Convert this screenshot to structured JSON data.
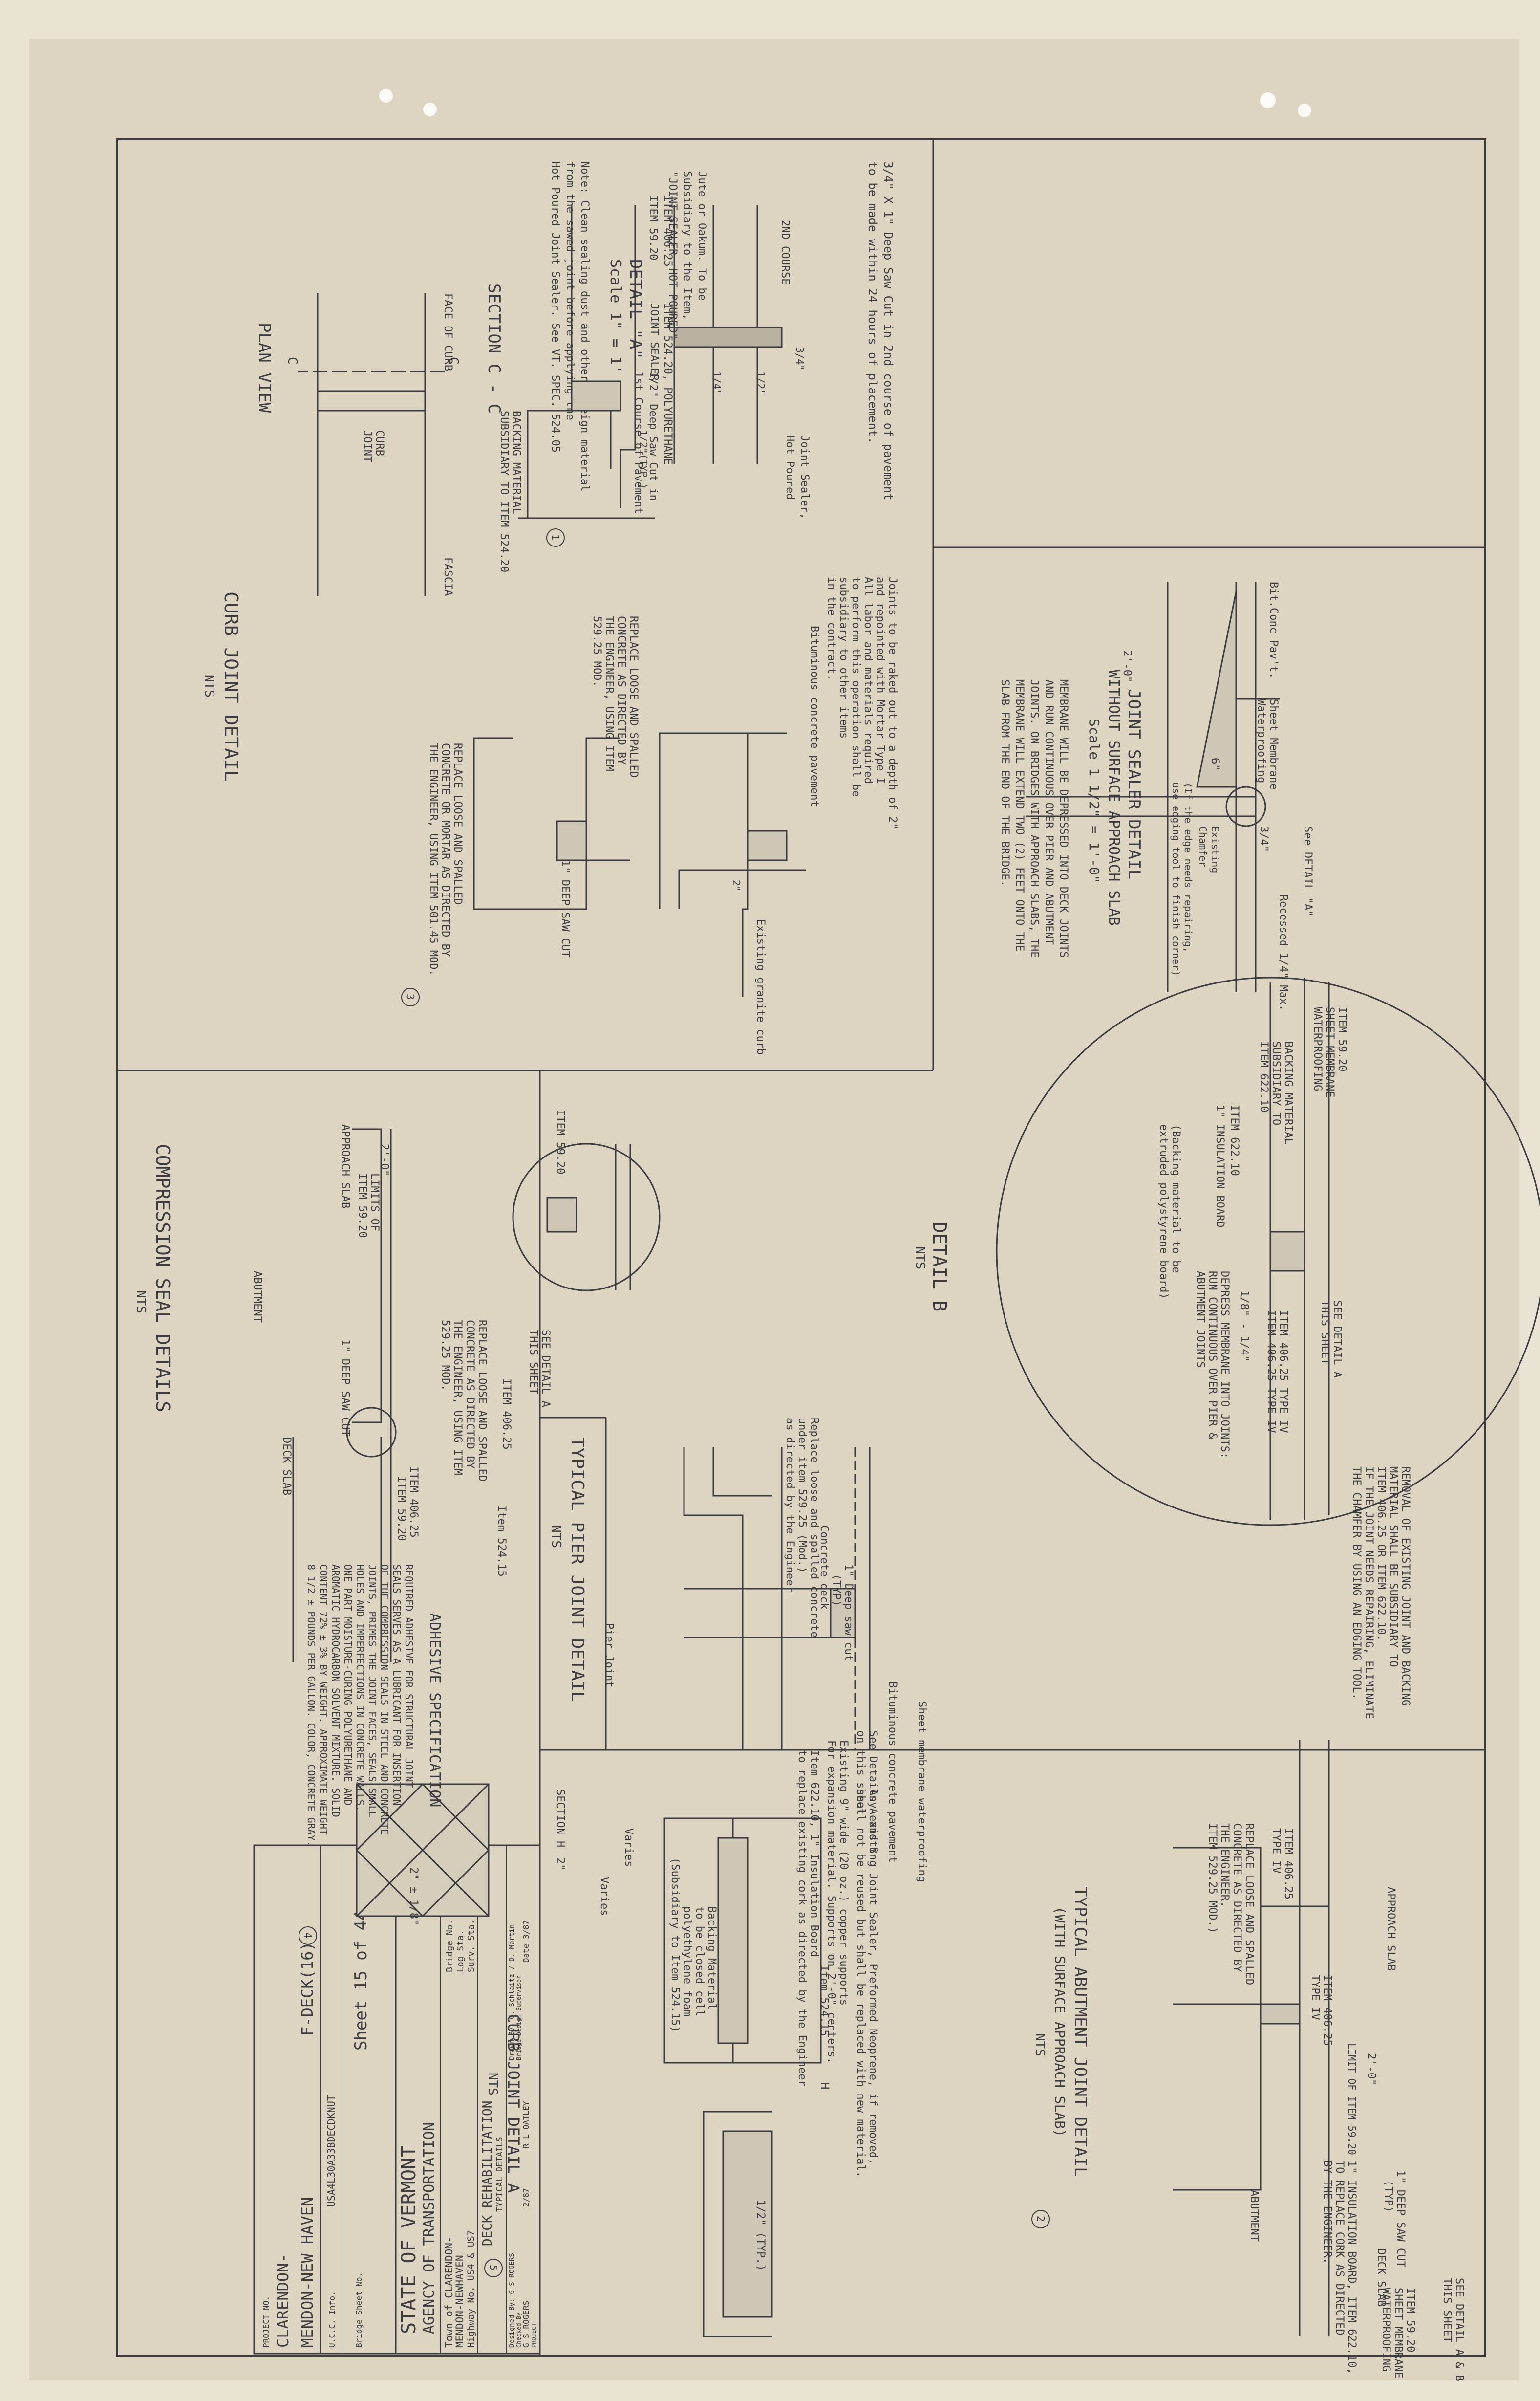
{
  "title_block": {
    "state": "STATE OF VERMONT",
    "agency": "AGENCY OF TRANSPORTATION",
    "town": "Town of CLARENDON-",
    "town2": "MENDON-NEWHAVEN",
    "highway": "Highway No. US4 & US7",
    "bridge_no": "Bridge No.",
    "log_sta": "Log Sta.",
    "surv_sta": "Surv. Sta.",
    "project_title": "DECK REHABILITATION",
    "sheet_subject": "TYPICAL DETAILS",
    "designed_by": "Designed By: G S ROGERS",
    "drawn_by": "Drawn By: G. Schlaitz / D. Martin",
    "checked_by": "Checked By",
    "bridge_design_supervisor": "Bridge Design Supervisor",
    "checker": "G S ROGERS",
    "date1": "2/87",
    "supervisor": "R L OATLEY",
    "date2": "Date 3/87",
    "project_label": "PROJECT",
    "project_no_label": "PROJECT NO.",
    "project_name": "CLARENDON-",
    "project_name2": "MENDON-NEW HAVEN",
    "project_no": "F-DECK(16)",
    "ucc_info": "U.C.C. Info.",
    "file_code": "USA4L30A33BDECDKNUT",
    "bridge_sheet_label": "Bridge Sheet No.",
    "sheet": "Sheet 15 of 44"
  },
  "detail_a": {
    "title": "DETAIL \"A\"",
    "scale": "Scale 1\" = 1'",
    "note_top1": "3/4\" X 1\" Deep Saw Cut in 2nd course of pavement",
    "note_top2": "to be made within 24 hours of placement.",
    "second_course": "2ND COURSE",
    "joint_sealer": "Joint Sealer,",
    "hot_poured": "Hot Poured",
    "dim_34": "3/4\"",
    "dim_12": "1/2\"",
    "dim_14": "1/4\"",
    "jute1": "Jute or Oakum. To be",
    "jute2": "Subsidiary to the Item,",
    "jute3": "\"JOINT SEALER, HOT POURED\"",
    "saw_cut1": "1/2\" Deep Saw Cut in",
    "saw_cut2": "1st Course of Pavement",
    "note1": "Note: Clean sealing dust and other foreign material",
    "note2": "from the sawed joint before applying the",
    "note3": "Hot Poured Joint Sealer. See VT. SPEC. 524.05",
    "circle": "1"
  },
  "joint_sealer_detail": {
    "title1": "JOINT SEALER DETAIL",
    "title2": "WITHOUT SURFACE APPROACH SLAB",
    "scale": "Scale 1 1/2\" = 1'-0\"",
    "bit_conc": "Bit.Conc Pav't.",
    "sheet_membrane1": "Sheet Membrane",
    "sheet_membrane2": "Waterproofing",
    "see_detail": "See DETAIL \"A\"",
    "recessed": "Recessed 1/4\" Max.",
    "dim_20": "2'-0\"",
    "dim_6": "6\"",
    "dim_34": "3/4\"",
    "existing1": "Existing",
    "existing2": "Chamfer",
    "existing3": "(If the edge needs repairing,",
    "existing4": "use edging tool to finish corner)",
    "membrane1": "MEMBRANE WILL BE DEPRESSED INTO DECK JOINTS",
    "membrane2": "AND RUN CONTINUOUS OVER PIER AND ABUTMENT",
    "membrane3": "JOINTS. ON BRIDGES WITH APPROACH SLABS, THE",
    "membrane4": "MEMBRANE WILL EXTEND TWO (2) FEET ONTO THE",
    "membrane5": "SLAB FROM THE END OF THE BRIDGE."
  },
  "curb_joint_detail": {
    "title": "CURB JOINT DETAIL",
    "nts": "NTS",
    "section_cc": "SECTION C - C",
    "plan_view": "PLAN VIEW",
    "item_40625": "ITEM 406.25",
    "item_5920": "ITEM 59.20",
    "item_52420a": "ITEM 524.20, POLYURETHANE",
    "item_52420b": "JOINT SEALER",
    "typ_12": "1/2\"(TYP.)",
    "backing1": "BACKING MATERIAL",
    "backing2": "SUBSIDIARY TO ITEM 524.20",
    "face_of_curb": "FACE OF CURB",
    "curb_joint1": "CURB",
    "curb_joint2": "JOINT",
    "fascia": "FASCIA",
    "c_label": "C",
    "raked1": "Joints to be raked out to a depth of 2\"",
    "raked2": "and repointed with Mortar Type I",
    "raked3": "All labor and materials required",
    "raked4": "to perform this operation shall be",
    "raked5": "subsidiary to other items",
    "raked6": "in the contract.",
    "bit_conc_pav": "Bituminous concrete pavement",
    "granite": "Existing granite curb",
    "dim_2": "2\"",
    "deep_saw": "1\" DEEP SAW CUT",
    "replace1": "REPLACE LOOSE AND SPALLED",
    "replace2": "CONCRETE AS DIRECTED BY",
    "replace3": "THE ENGINEER, USING ITEM",
    "replace4": "529.25 MOD.",
    "replace5": "REPLACE LOOSE AND SPALLED",
    "replace6": "CONCRETE OR MORTAR AS DIRECTED BY",
    "replace7": "THE ENGINEER, USING ITEM 501.45 MOD.",
    "circle": "3"
  },
  "detail_b": {
    "title": "DETAIL B",
    "nts": "NTS",
    "item_5920a": "ITEM 59.20",
    "item_5920b": "SHEET MEMBRANE",
    "item_5920c": "WATERPROOFING",
    "backing1": "BACKING MATERIAL",
    "backing2": "SUBSIDIARY TO",
    "backing3": "ITEM 622.10",
    "item_62210": "ITEM 622.10",
    "insulation": "1\" INSULATION BOARD",
    "see_a1": "SEE DETAIL A",
    "see_a2": "THIS SHEET",
    "item_type1": "ITEM 406.25 TYPE IV",
    "item_type2": "ITEM 406.25 TYPE IV",
    "dim": "1/8\" - 1/4\"",
    "depress1": "DEPRESS MEMBRANE INTO JOINTS:",
    "depress2": "RUN CONTINUOUS OVER PIER &",
    "depress3": "ABUTMENT JOINTS",
    "removal1": "REMOVAL OF EXISTING JOINT AND BACKING",
    "removal2": "MATERIAL SHALL BE SUBSIDIARY TO",
    "removal3": "ITEM 406.25 OR ITEM 622.10.",
    "removal4": "IF THE JOINT NEEDS REPAIRING, ELIMINATE",
    "removal5": "THE CHAMFER BY USING AN EDGING TOOL."
  },
  "pier_joint": {
    "title": "TYPICAL PIER JOINT DETAIL",
    "nts": "NTS",
    "replace1": "Replace loose and spalled concrete",
    "replace2": "under item 529.25 (Mod.)",
    "replace3": "as directed by the Engineer",
    "concrete_deck": "Concrete deck",
    "deep_saw": "1\" Deep saw cut",
    "typ": "(TYP)",
    "pier_joint_label": "Pier Joint",
    "bit_conc": "Bituminous concrete pavement",
    "sheet_mem": "Sheet membrane waterproofing",
    "see_ab": "See Details A and B",
    "this_sheet": "on this sheet",
    "backing1": "(Backing material to be",
    "backing2": "extruded polystyrene board)",
    "item_62210": "Item 622.10, 1\" Insulation Board",
    "replace_cork": "to replace existing cork as directed by the Engineer",
    "copper1": "Existing 9\" wide (20 oz.) copper supports",
    "copper2": "For expansion material. Supports on 2'-0\" centers."
  },
  "abutment_joint": {
    "title1": "TYPICAL ABUTMENT JOINT DETAIL",
    "title2": "(WITH SURFACE APPROACH SLAB)",
    "nts": "NTS",
    "see_ab1": "SEE DETAIL A & B",
    "see_ab2": "THIS SHEET",
    "item_5920a": "ITEM 59.20",
    "item_5920b": "SHEET MEMBRANE",
    "item_5920c": "WATERPROOFING",
    "item_40625": "ITEM 406.25",
    "type4": "TYPE IV",
    "item_40625b": "ITEM 406.25",
    "type4b": "TYPE IV",
    "limit": "LIMIT OF ITEM 59.20",
    "dim_20": "2'-0\"",
    "approach_slab": "APPROACH SLAB",
    "abutment": "ABUTMENT",
    "deck_slab": "DECK SLAB",
    "saw_cut": "1\" DEEP SAW CUT",
    "typ": "(TYP)",
    "replace1": "REPLACE LOOSE AND SPALLED",
    "replace2": "CONCRETE AS DIRECTED BY",
    "replace3": "THE ENGINEER.",
    "replace4": "ITEM 529.25 MOD.)",
    "insul1": "1\" INSULATION BOARD, ITEM 622.10,",
    "insul2": "TO REPLACE CORK AS DIRECTED",
    "insul3": "BY THE ENGINEER.",
    "circle": "2"
  },
  "compression_seal": {
    "title": "COMPRESSION SEAL DETAILS",
    "nts": "NTS",
    "item_5920": "ITEM 59.20",
    "see_a1": "SEE DETAIL A",
    "see_a2": "THIS SHEET",
    "item_40625": "ITEM 406.25",
    "limits1": "LIMITS OF",
    "limits2": "ITEM 59.20",
    "dim_20": "2'-0\"",
    "approach_slab": "APPROACH SLAB",
    "abutment": "ABUTMENT",
    "deck_slab": "DECK SLAB",
    "saw_cut": "1\" DEEP SAW CUT",
    "replace1": "REPLACE LOOSE AND SPALLED",
    "replace2": "CONCRETE AS DIRECTED BY",
    "replace3": "THE ENGINEER, USING ITEM",
    "replace4": "529.25 MOD.",
    "item_40625b": "ITEM 406.25",
    "item_5920b": "ITEM 59.20",
    "item_52415": "Item 524.15",
    "adhesive_title": "ADHESIVE SPECIFICATION",
    "adh1": "REQUIRED ADHESIVE FOR STRUCTURAL JOINT",
    "adh2": "SEALS SERVES AS A LUBRICANT FOR INSERTION",
    "adh3": "OF THE COMPRESSION SEALS IN STEEL AND CONCRETE",
    "adh4": "JOINTS, PRIMES THE JOINT FACES, SEALS SMALL",
    "adh5": "HOLES AND IMPERFECTIONS IN CONCRETE WALLS.",
    "adh6": "ONE PART MOISTURE-CURING POLYURETHANE AND",
    "adh7": "AROMATIC HYDROCARBON SOLVENT MIXTURE. SOLID",
    "adh8": "CONTENT 72% ± 3% BY WEIGHT. APPROXIMATE WEIGHT",
    "adh9": "8 1/2 ± POUNDS PER GALLON. COLOR, CONCRETE GRAY.",
    "dim_2": "2\"",
    "dim_2b": "2\" ± 1/8\"",
    "circle": "4"
  },
  "curb_joint_a": {
    "title": "CURB JOINT DETAIL A",
    "nts": "NTS",
    "section_h": "SECTION H",
    "varies": "Varies",
    "varies2": "Varies",
    "item_52415": "Item 524.15",
    "backing1": "Backing Material",
    "backing2": "to be closed cell",
    "backing3": "polyethylene foam",
    "backing4": "(Subsidiary to Item 524.15)",
    "typ": "1/2\" (TYP.)",
    "h_label": "H",
    "existing1": "Any existing Joint Sealer, Preformed Neoprene, if removed,",
    "existing2": "shall not be reused but shall be replaced with new material.",
    "circle": "5"
  }
}
